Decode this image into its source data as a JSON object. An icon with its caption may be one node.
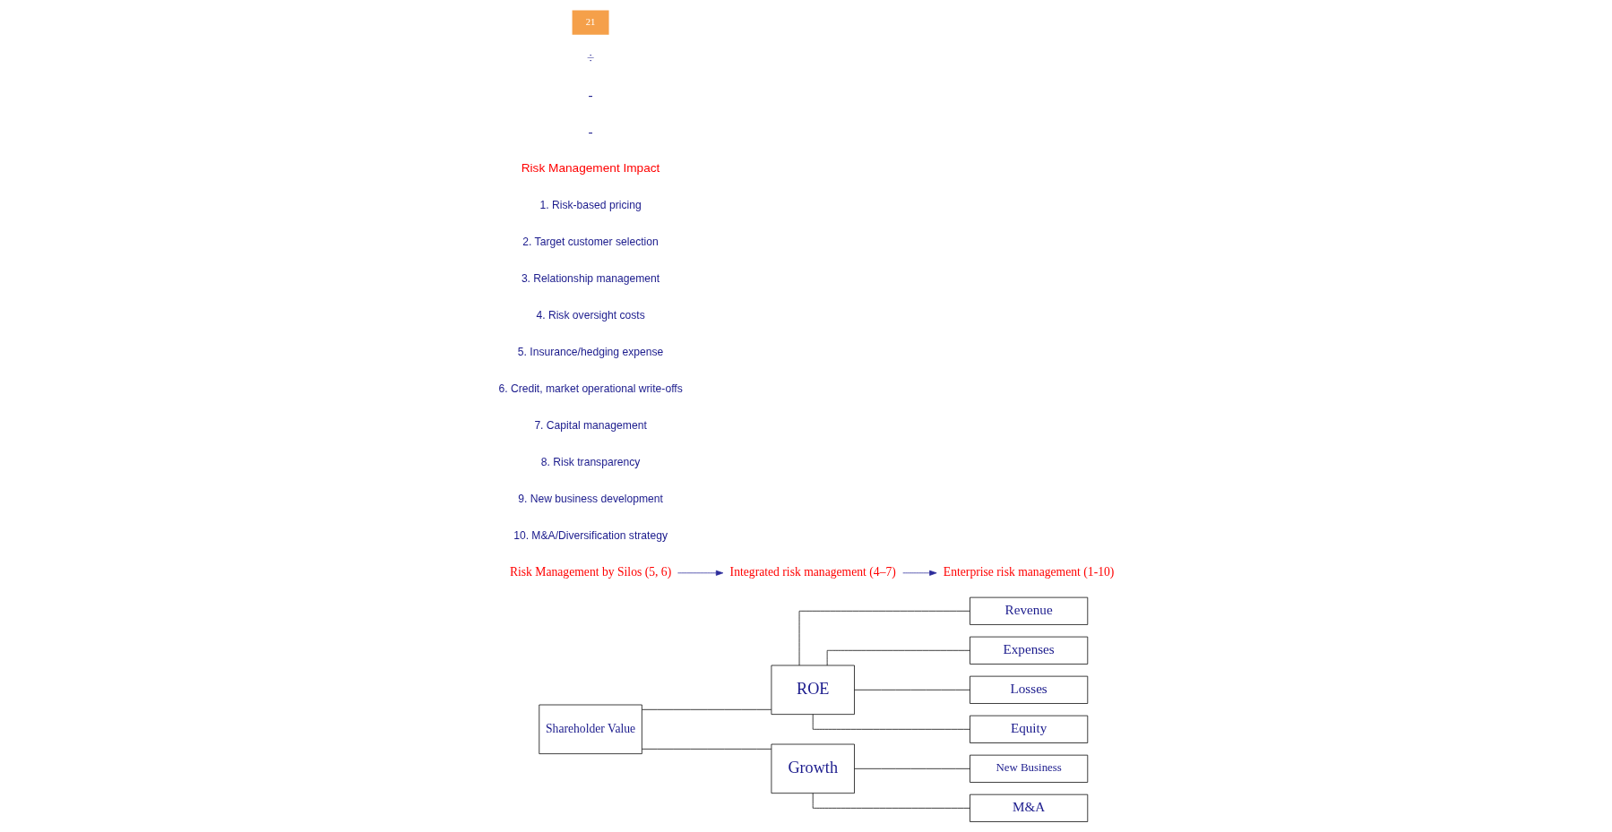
{
  "diagram": {
    "nodes": [
      {
        "text": [
          "Shareholder Value"
        ]
      },
      {
        "text": [
          "ROE"
        ]
      },
      {
        "text": [
          "Growth"
        ]
      },
      {
        "text": [
          "Revenue"
        ]
      },
      {
        "text": [
          "Expenses"
        ]
      },
      {
        "text": [
          "Losses"
        ]
      },
      {
        "text": [
          "Equity"
        ]
      },
      {
        "text": [
          "New Business"
        ]
      },
      {
        "text": [
          "M&A"
        ]
      },
      {
        "text": [
          "Risk Management by Silos (5, 6)"
        ]
      },
      {
        "text": [
          "Integrated risk management (4–7)"
        ]
      },
      {
        "text": [
          "Enterprise risk management (1-10)"
        ]
      }
    ],
    "edges": [
      {
        "from": 0,
        "to": 1,
        "arrow": "none"
      },
      {
        "from": 0,
        "to": 2,
        "arrow": "none"
      },
      {
        "from": 1,
        "to": 3,
        "arrow": "none"
      },
      {
        "from": 1,
        "to": 4,
        "arrow": "none"
      },
      {
        "from": 1,
        "to": 5,
        "arrow": "none"
      },
      {
        "from": 1,
        "to": 6,
        "arrow": "none"
      },
      {
        "from": 2,
        "to": 7,
        "arrow": "none"
      },
      {
        "from": 2,
        "to": 8,
        "arrow": "none"
      },
      {
        "from": 9,
        "to": 10,
        "arrow": "to",
        "color": "#2b2b9a"
      },
      {
        "from": 10,
        "to": 11,
        "arrow": "to",
        "color": "#2b2b9a"
      }
    ],
    "labels": [
      "Risk Management Impact",
      "1. Risk-based pricing",
      "2. Target customer selection",
      "3. Relationship management",
      "4. Risk oversight costs",
      "5. Insurance/hedging expense",
      "6. Credit, market operational write-offs",
      "7. Capital management",
      "8. Risk transparency",
      "9. New business development",
      "10. M&A/Diversification strategy",
      "-",
      "-",
      "÷",
      "21"
    ]
  }
}
